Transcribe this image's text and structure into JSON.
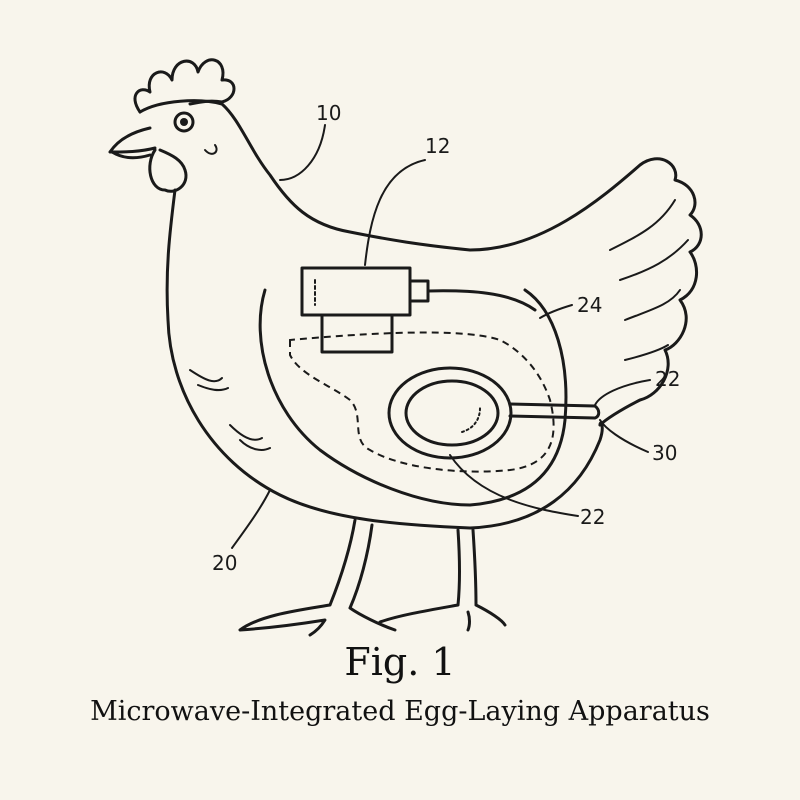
{
  "figure": {
    "number_label": "Fig. 1",
    "caption": "Microwave-Integrated Egg-Laying Apparatus"
  },
  "reference_labels": {
    "hen": "10",
    "microwave_unit": "12",
    "housing": "24",
    "egg_ring_upper": "22",
    "tube": "30",
    "egg_ring_lower": "22",
    "body": "20"
  },
  "colors": {
    "background": "#f8f5ec",
    "ink": "#1a1a1a"
  }
}
